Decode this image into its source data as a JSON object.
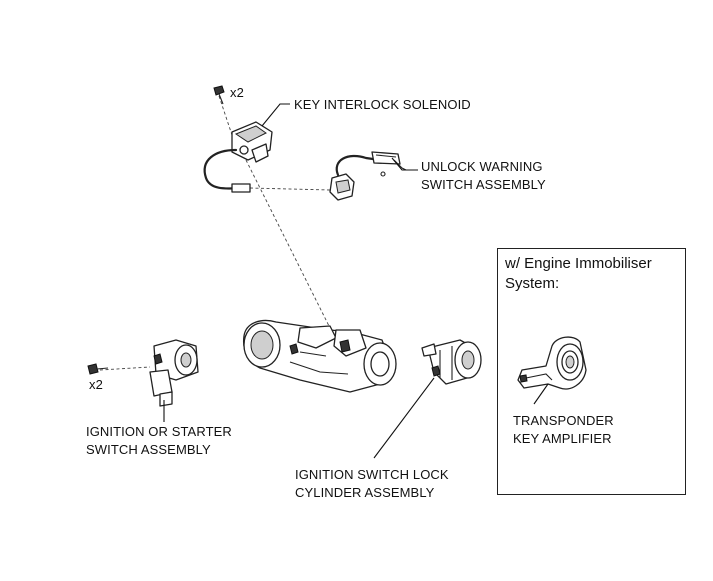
{
  "labels": {
    "key_interlock_solenoid": "KEY INTERLOCK SOLENOID",
    "unlock_warning_line1": "UNLOCK WARNING",
    "unlock_warning_line2": "SWITCH ASSEMBLY",
    "ignition_starter_line1": "IGNITION OR STARTER",
    "ignition_starter_line2": "SWITCH ASSEMBLY",
    "lock_cylinder_line1": "IGNITION SWITCH LOCK",
    "lock_cylinder_line2": "CYLINDER ASSEMBLY",
    "transponder_line1": "TRANSPONDER",
    "transponder_line2": "KEY AMPLIFIER"
  },
  "quantities": {
    "solenoid_screws": "x2",
    "switch_screws": "x2"
  },
  "inset": {
    "title_line1": "w/ Engine Immobiliser",
    "title_line2": "System:"
  }
}
